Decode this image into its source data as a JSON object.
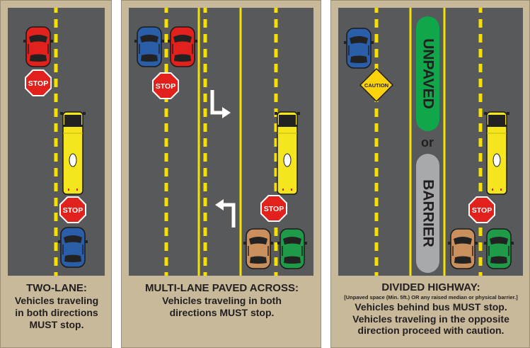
{
  "panels": [
    {
      "title": "TWO-LANE:",
      "body_lines": [
        "Vehicles traveling",
        "in both directions"
      ],
      "must_word": "MUST",
      "must_rest": " stop."
    },
    {
      "title": "MULTI-LANE PAVED ACROSS:",
      "body_lines": [
        "Vehicles traveling in both"
      ],
      "line2_pre": "directions ",
      "must_word": "MUST",
      "must_rest": " stop."
    },
    {
      "title": "DIVIDED HIGHWAY:",
      "note": "[Unpaved space (Min. 5ft.) OR any raised median or physical barrier.]",
      "line1_pre": "Vehicles behind bus ",
      "must_word": "MUST",
      "line1_post": " stop.",
      "body_lines": [
        "Vehicles traveling in the opposite",
        "direction proceed with caution."
      ]
    }
  ],
  "signs": {
    "stop": "STOP",
    "caution": "CAUTION"
  },
  "median": {
    "unpaved": "UNPAVED",
    "or": "or",
    "barrier": "BARRIER"
  },
  "colors": {
    "road": "#58595b",
    "panel": "#c8b99b",
    "line_yellow": "#f6e000",
    "stop_red": "#e2211c",
    "bus_yellow": "#f5e51e",
    "median_green": "#10a74a",
    "barrier_gray": "#a7a9ac"
  }
}
